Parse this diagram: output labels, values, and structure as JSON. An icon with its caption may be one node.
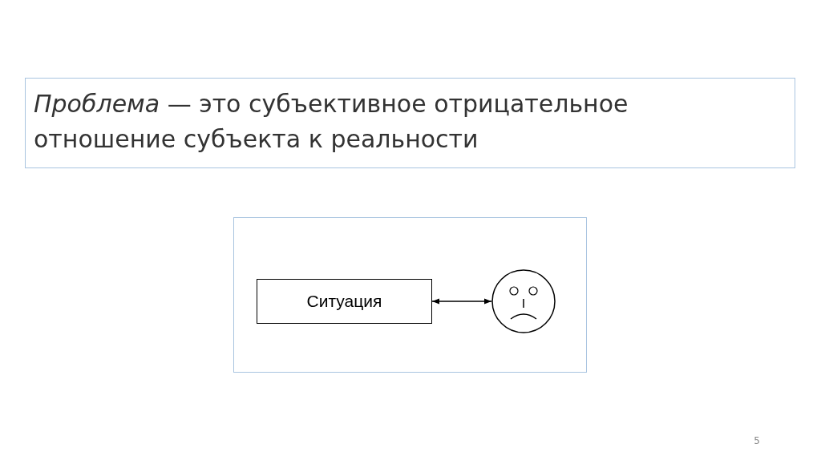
{
  "diagram": {
    "nodes": [
      {
        "text": [
          "*Проблема* — это субъективное отрицательное отношение субъекта к реальности"
        ]
      },
      {
        "text": [],
        "shape": "box"
      },
      {
        "text": [
          "Ситуация"
        ],
        "in": 1
      },
      {
        "text": [],
        "shape": "circle",
        "in": 1
      }
    ],
    "edges": [
      {
        "from": 2,
        "to": 3,
        "arrow": "both"
      }
    ],
    "labels": [
      "5"
    ]
  }
}
